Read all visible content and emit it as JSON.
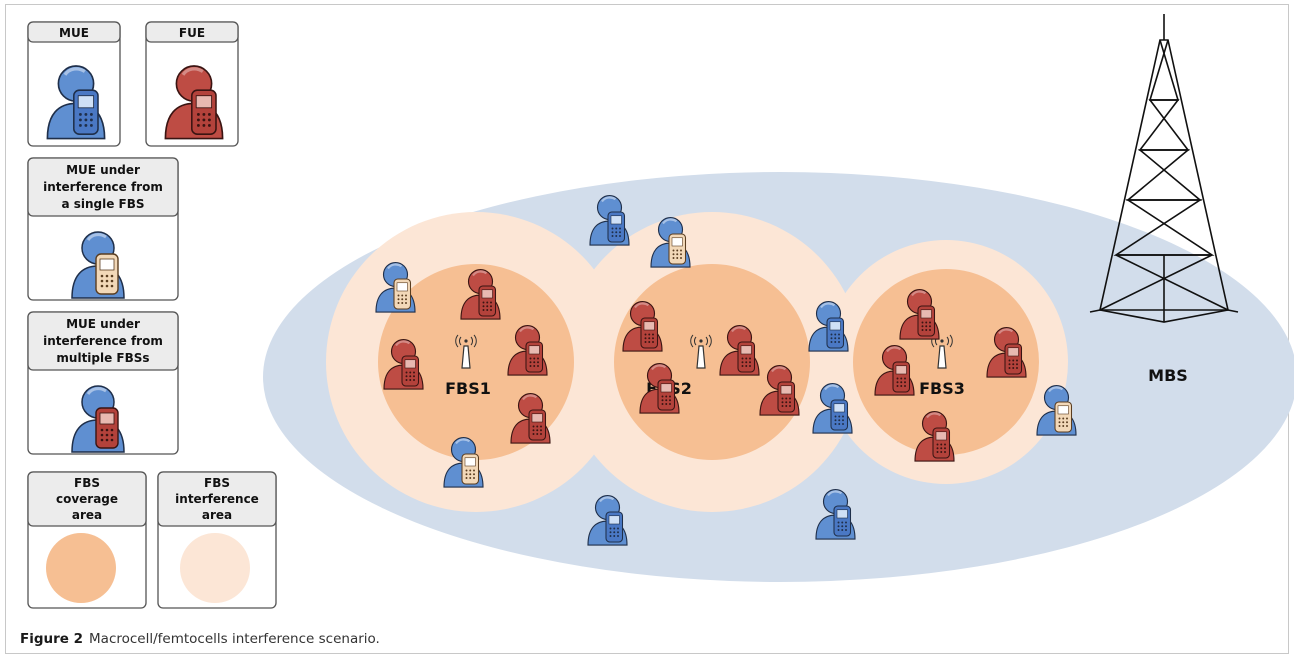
{
  "legend": {
    "mue": "MUE",
    "fue": "FUE",
    "mue_single_lines": [
      "MUE under",
      "interference from",
      "a single FBS"
    ],
    "mue_multi_lines": [
      "MUE under",
      "interference from",
      "multiple FBSs"
    ],
    "coverage_lines": [
      "FBS",
      "coverage",
      "area"
    ],
    "interference_lines": [
      "FBS",
      "interference",
      "area"
    ]
  },
  "scene": {
    "fbs_labels": [
      "FBS1",
      "FBS2",
      "FBS3"
    ],
    "mbs_label": "MBS"
  },
  "colors": {
    "macro_cell": "#d2ddeb",
    "fbs_interference": "#fce6d6",
    "fbs_coverage": "#f6bf93",
    "mue": "#5f8fd1",
    "fue": "#be4c44",
    "interfered_phone_single": "#f2d8b8",
    "interfered_phone_multi": "#c0584a"
  },
  "caption": {
    "label": "Figure 2",
    "text": "Macrocell/femtocells interference scenario."
  }
}
